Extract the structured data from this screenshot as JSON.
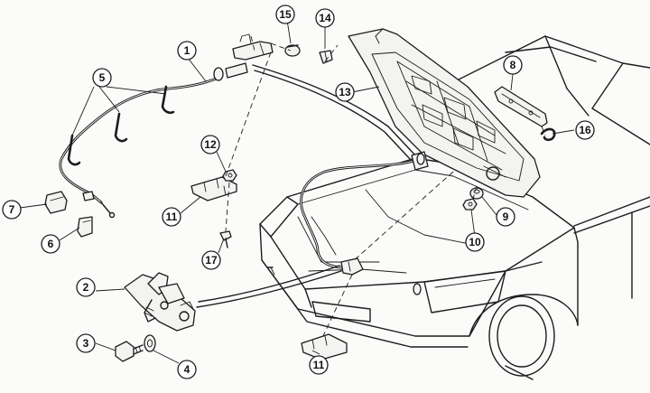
{
  "callouts": [
    {
      "id": "c1",
      "label": "1"
    },
    {
      "id": "c2",
      "label": "2"
    },
    {
      "id": "c3",
      "label": "3"
    },
    {
      "id": "c4",
      "label": "4"
    },
    {
      "id": "c5",
      "label": "5"
    },
    {
      "id": "c6",
      "label": "6"
    },
    {
      "id": "c7",
      "label": "7"
    },
    {
      "id": "c8",
      "label": "8"
    },
    {
      "id": "c9",
      "label": "9"
    },
    {
      "id": "c10",
      "label": "10"
    },
    {
      "id": "c11a",
      "label": "11"
    },
    {
      "id": "c11b",
      "label": "11"
    },
    {
      "id": "c12",
      "label": "12"
    },
    {
      "id": "c13",
      "label": "13"
    },
    {
      "id": "c14",
      "label": "14"
    },
    {
      "id": "c15",
      "label": "15"
    },
    {
      "id": "c16",
      "label": "16"
    },
    {
      "id": "c17",
      "label": "17"
    }
  ]
}
